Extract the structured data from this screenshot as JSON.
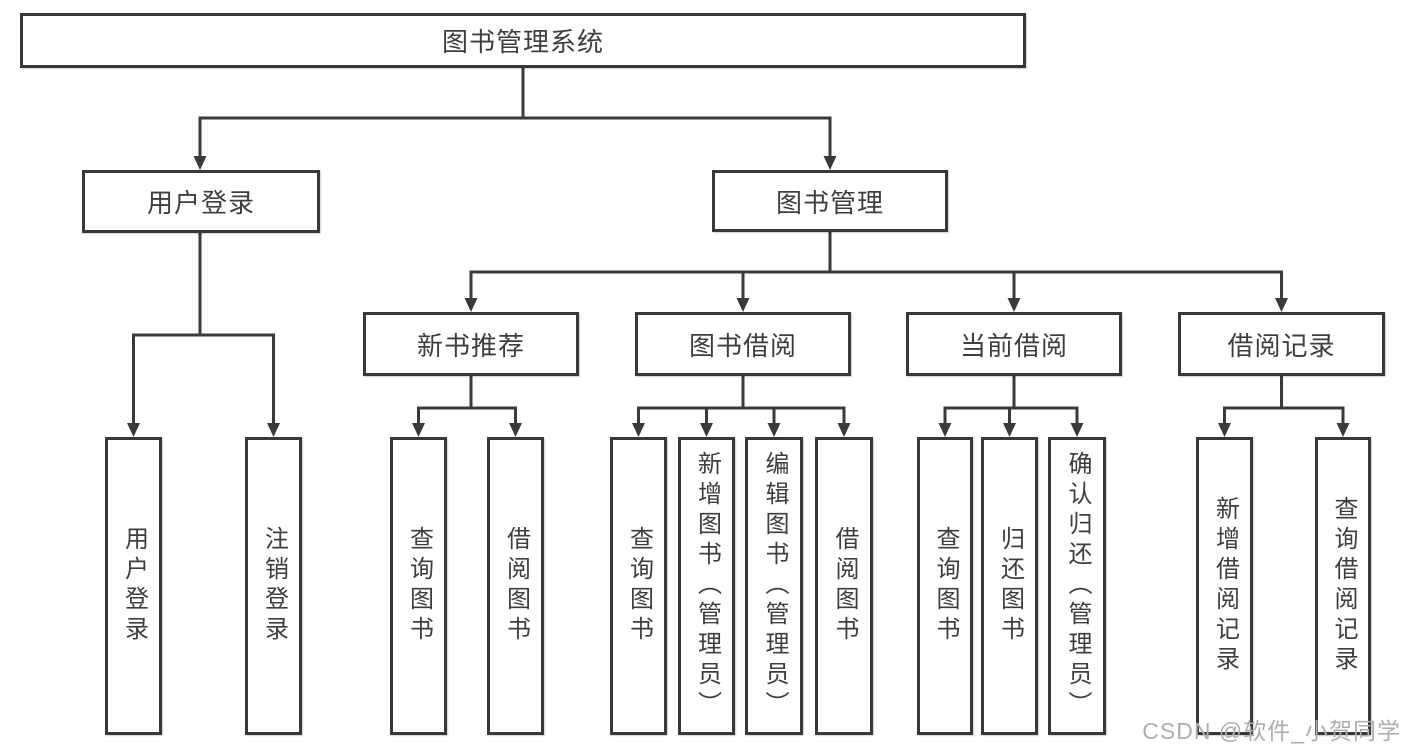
{
  "diagram": {
    "title": "图书管理系统",
    "colors": {
      "background": "#ffffff",
      "box_border": "#383838",
      "line": "#3a3a3a",
      "text": "#3e3e3e",
      "watermark": "#aeaeae"
    },
    "tree": {
      "root_label": "图书管理系统",
      "branches": [
        {
          "label": "用户登录",
          "children": [
            {
              "label": "用户登录"
            },
            {
              "label": "注销登录"
            }
          ]
        },
        {
          "label": "图书管理",
          "groups": [
            {
              "label": "新书推荐",
              "children": [
                {
                  "label": "查询图书"
                },
                {
                  "label": "借阅图书"
                }
              ]
            },
            {
              "label": "图书借阅",
              "children": [
                {
                  "label": "查询图书"
                },
                {
                  "label": "新增图书（管理员）"
                },
                {
                  "label": "编辑图书（管理员）"
                },
                {
                  "label": "借阅图书"
                }
              ]
            },
            {
              "label": "当前借阅",
              "children": [
                {
                  "label": "查询图书"
                },
                {
                  "label": "归还图书"
                },
                {
                  "label": "确认归还（管理员）"
                }
              ]
            },
            {
              "label": "借阅记录",
              "children": [
                {
                  "label": "新增借阅记录"
                },
                {
                  "label": "查询借阅记录"
                }
              ]
            }
          ]
        }
      ]
    },
    "watermark": {
      "text": "CSDN @软件_小贺同学"
    }
  }
}
